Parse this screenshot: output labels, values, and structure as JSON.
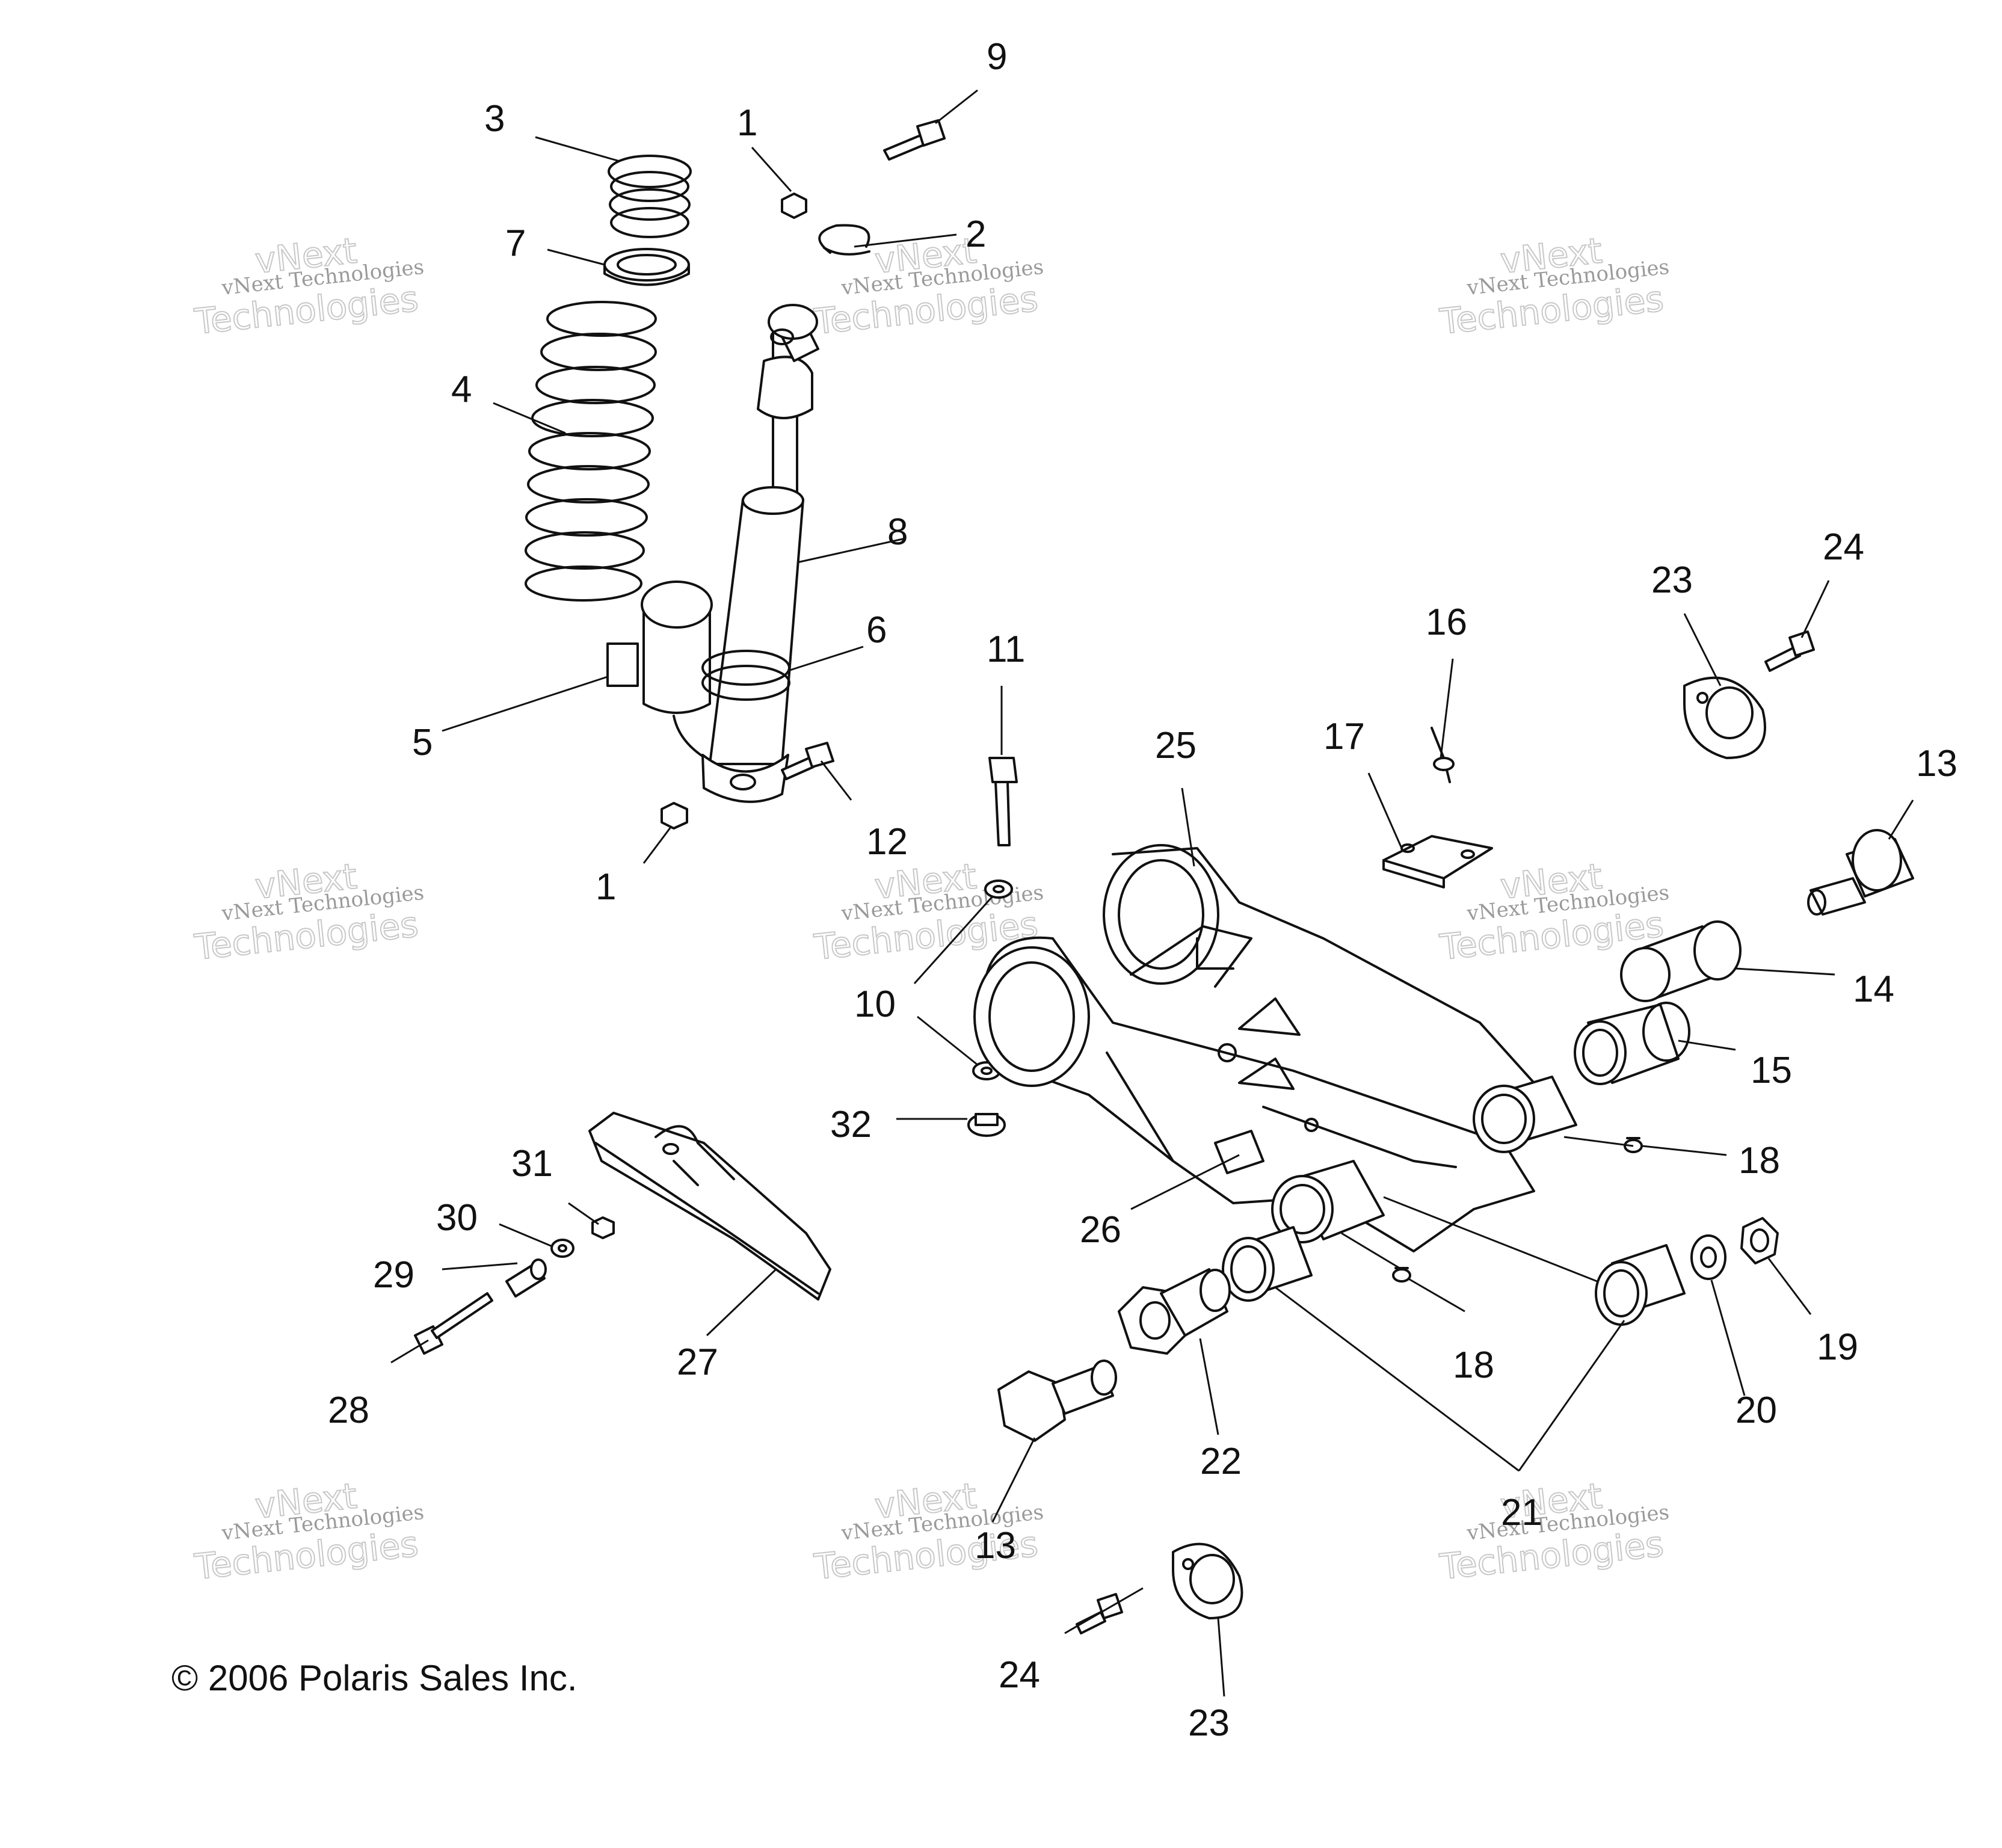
{
  "copyright": "© 2006 Polaris Sales Inc.",
  "watermark": {
    "line1": "vNext Technologies",
    "line2": "vNext",
    "line3": "Technologies"
  },
  "callouts": {
    "c1a": "1",
    "c1b": "1",
    "c2": "2",
    "c3": "3",
    "c4": "4",
    "c5": "5",
    "c6": "6",
    "c7": "7",
    "c8": "8",
    "c9": "9",
    "c10": "10",
    "c11": "11",
    "c12": "12",
    "c13a": "13",
    "c13b": "13",
    "c14": "14",
    "c15": "15",
    "c16": "16",
    "c17": "17",
    "c18a": "18",
    "c18b": "18",
    "c19": "19",
    "c20": "20",
    "c21": "21",
    "c22": "22",
    "c23a": "23",
    "c23b": "23",
    "c24a": "24",
    "c24b": "24",
    "c25": "25",
    "c26": "26",
    "c27": "27",
    "c28": "28",
    "c29": "29",
    "c30": "30",
    "c31": "31",
    "c32": "32"
  }
}
